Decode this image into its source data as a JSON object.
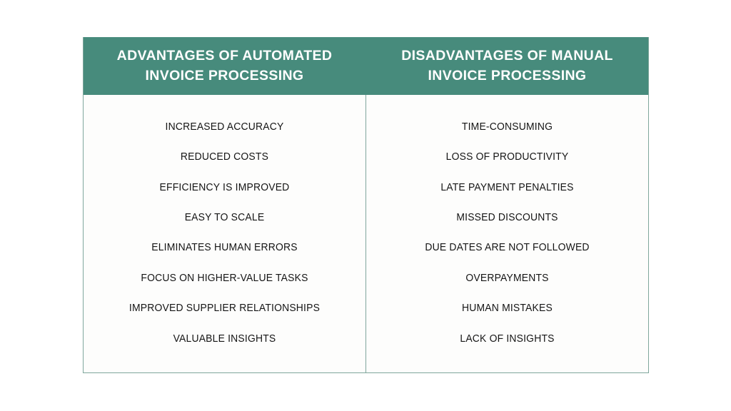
{
  "table": {
    "columns": [
      {
        "id": "advantages-automated",
        "header": "ADVANTAGES OF AUTOMATED INVOICE PROCESSING",
        "header_line_1": "ADVANTAGES OF AUTOMATED",
        "header_line_2": "INVOICE PROCESSING",
        "items": [
          "INCREASED ACCURACY",
          "REDUCED COSTS",
          "EFFICIENCY IS IMPROVED",
          "EASY TO SCALE",
          "ELIMINATES HUMAN ERRORS",
          "FOCUS ON HIGHER-VALUE TASKS",
          "IMPROVED SUPPLIER RELATIONSHIPS",
          "VALUABLE INSIGHTS"
        ]
      },
      {
        "id": "disadvantages-manual",
        "header": "DISADVANTAGES OF MANUAL INVOICE PROCESSING",
        "header_line_1": "DISADVANTAGES OF MANUAL",
        "header_line_2": "INVOICE PROCESSING",
        "items": [
          "TIME-CONSUMING",
          "LOSS OF PRODUCTIVITY",
          "LATE PAYMENT PENALTIES",
          "MISSED DISCOUNTS",
          "DUE DATES ARE NOT FOLLOWED",
          "OVERPAYMENTS",
          "HUMAN MISTAKES",
          "LACK OF INSIGHTS"
        ]
      }
    ]
  },
  "colors": {
    "header_background": "#478b7c",
    "header_text": "#ffffff",
    "body_text": "#151515",
    "border": "#7fa69c",
    "page_background": "#ffffff",
    "cell_background": "#fdfdfc"
  }
}
